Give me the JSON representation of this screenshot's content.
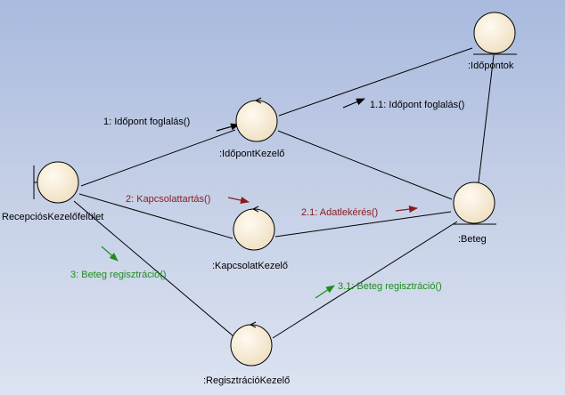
{
  "colors": {
    "background_top": "#a9bade",
    "background_bottom": "#dce3f1",
    "object_fill": "#f7ebd5",
    "object_stroke": "#000000",
    "message_black": "#000000",
    "message_red": "#8b1a1a",
    "message_green": "#1f8c1f"
  },
  "objects": {
    "recepcio": {
      "label": "RecepciósKezelőfelület",
      "kind": "boundary"
    },
    "idopontkezelo": {
      "label": ":IdőpontKezelő",
      "kind": "control"
    },
    "kapcsolatkezelo": {
      "label": ":KapcsolatKezelő",
      "kind": "control"
    },
    "regisztraciokezelo": {
      "label": ":RegisztrációKezelő",
      "kind": "control"
    },
    "idopontok": {
      "label": ":Időpontok",
      "kind": "entity"
    },
    "beteg": {
      "label": ":Beteg",
      "kind": "entity"
    }
  },
  "messages": {
    "m1": {
      "label": "1: Időpont foglalás()",
      "color": "black"
    },
    "m11": {
      "label": "1.1: Időpont foglalás()",
      "color": "black"
    },
    "m2": {
      "label": "2: Kapcsolattartás()",
      "color": "red"
    },
    "m21": {
      "label": "2.1: Adatlekérés()",
      "color": "red"
    },
    "m3": {
      "label": "3: Beteg regisztráció()",
      "color": "green"
    },
    "m31": {
      "label": "3.1: Beteg regisztráció()",
      "color": "green"
    }
  }
}
